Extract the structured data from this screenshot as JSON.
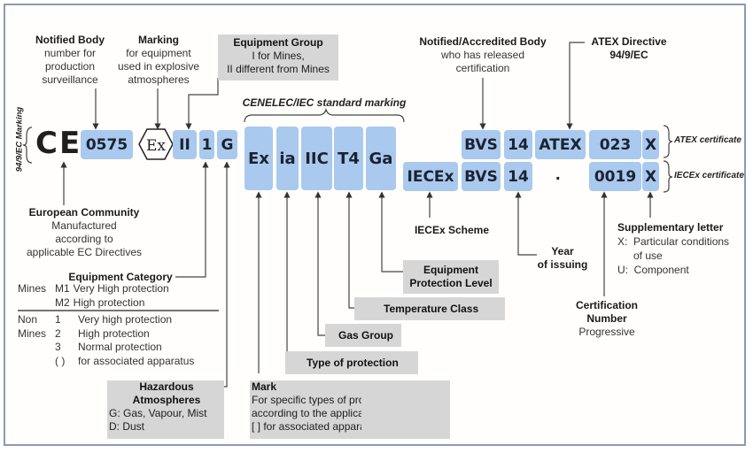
{
  "side_label": "94/9/EC Marking",
  "ce_mark": "CE",
  "ex_symbol": "Ex",
  "top_labels": {
    "notified_body": {
      "title": "Notified Body",
      "lines": [
        "number for",
        "production",
        "surveillance"
      ]
    },
    "marking": {
      "title": "Marking",
      "lines": [
        "for equipment",
        "used in explosive",
        "atmospheres"
      ]
    },
    "equipment_group": {
      "title": "Equipment Group",
      "lines": [
        "I for Mines,",
        "II different from Mines"
      ]
    },
    "notified_accredited_body": {
      "title": "Notified/Accredited Body",
      "lines": [
        "who has released",
        "certification"
      ]
    },
    "atex_directive": {
      "title": "ATEX Directive",
      "lines": [
        "94/9/EC"
      ]
    }
  },
  "cenelec_label": "CENELEC/IEC standard marking",
  "atex_row": {
    "boxes": [
      "0575",
      "II",
      "1",
      "G"
    ],
    "standard": [
      "Ex",
      "ia",
      "IIC",
      "T4",
      "Ga"
    ],
    "cert": [
      "BVS",
      "14",
      "ATEX",
      "023",
      "X"
    ],
    "label": "ATEX certificate"
  },
  "iecex_row": {
    "boxes": [
      "IECEx",
      "BVS",
      "14",
      ".",
      "0019",
      "X"
    ],
    "label": "IECEx certificate"
  },
  "european_community": {
    "title": "European Community",
    "lines": [
      "Manufactured",
      "according to",
      "applicable EC Directives"
    ]
  },
  "equipment_category": {
    "title": "Equipment Category",
    "mines": {
      "group": "Mines",
      "rows": [
        {
          "code": "M1",
          "desc": "Very High protection"
        },
        {
          "code": "M2",
          "desc": "High protection"
        }
      ]
    },
    "non_mines": {
      "group1": "Non",
      "group2": "Mines",
      "rows": [
        {
          "code": "1",
          "desc": "Very high protection"
        },
        {
          "code": "2",
          "desc": "High protection"
        },
        {
          "code": "3",
          "desc": "Normal protection"
        },
        {
          "code": "( )",
          "desc": "for associated apparatus"
        }
      ]
    }
  },
  "hazardous_atmospheres": {
    "title1": "Hazardous",
    "title2": "Atmospheres",
    "lines": [
      "G: Gas, Vapour, Mist",
      "D: Dust"
    ]
  },
  "mark": {
    "title": "Mark",
    "lines": [
      "For specific types of protection",
      "according to the applicable standard",
      "[ ] for associated apparatus"
    ]
  },
  "type_of_protection": "Type of protection",
  "gas_group": "Gas Group",
  "temperature_class": "Temperature Class",
  "equipment_protection_level": {
    "line1": "Equipment",
    "line2": "Protection Level"
  },
  "iecex_scheme": "IECEx Scheme",
  "year_of_issuing": {
    "line1": "Year",
    "line2": "of issuing"
  },
  "certification_number": {
    "line1": "Certification",
    "line2": "Number",
    "line3": "Progressive"
  },
  "supplementary_letter": {
    "title": "Supplementary letter",
    "lines": [
      "X:  Particular conditions",
      "of use",
      "U:  Component"
    ]
  },
  "colors": {
    "box": "#a9c9ee",
    "gray_box": "#d6d6d6",
    "frame": "#8a9bb5"
  }
}
